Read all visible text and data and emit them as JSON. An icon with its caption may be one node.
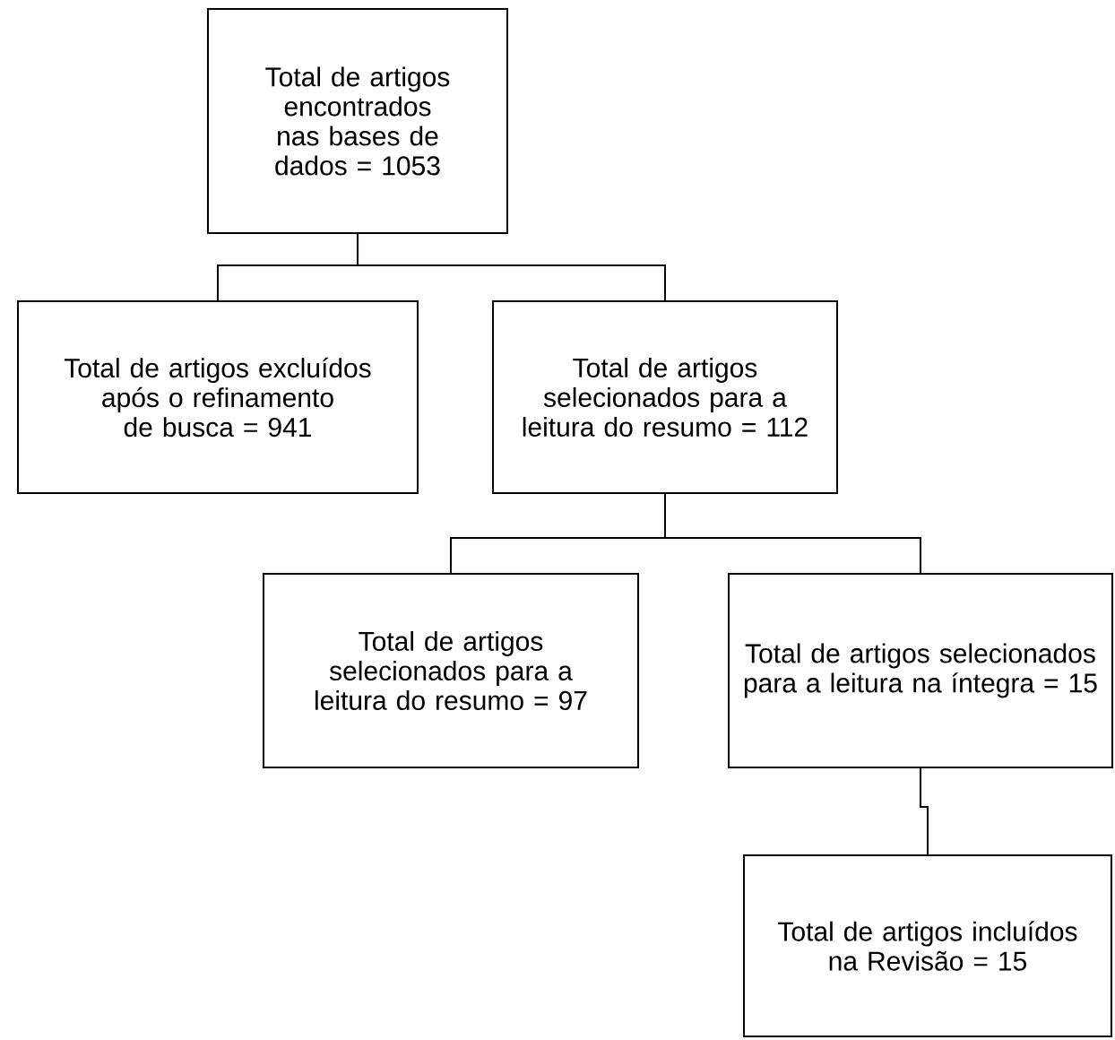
{
  "diagram": {
    "nodes": [
      {
        "text": [
          "Total de artigos encontrados nas bases de dados = 1053"
        ]
      },
      {
        "text": [
          "Total de artigos excluídos após o refinamento de busca = 941"
        ]
      },
      {
        "text": [
          "Total de artigos selecionados para a leitura do resumo = 112"
        ]
      },
      {
        "text": [
          "Total de artigos selecionados para a leitura do resumo = 97"
        ]
      },
      {
        "text": [
          "Total de artigos selecionados para a leitura na íntegra = 15"
        ]
      },
      {
        "text": [
          "Total de artigos incluídos na Revisão = 15"
        ]
      }
    ],
    "edges": [
      {
        "from": 0,
        "to": 1,
        "arrow": "none"
      },
      {
        "from": 0,
        "to": 2,
        "arrow": "none"
      },
      {
        "from": 2,
        "to": 3,
        "arrow": "none"
      },
      {
        "from": 2,
        "to": 4,
        "arrow": "none"
      },
      {
        "from": 4,
        "to": 5,
        "arrow": "none"
      }
    ]
  }
}
